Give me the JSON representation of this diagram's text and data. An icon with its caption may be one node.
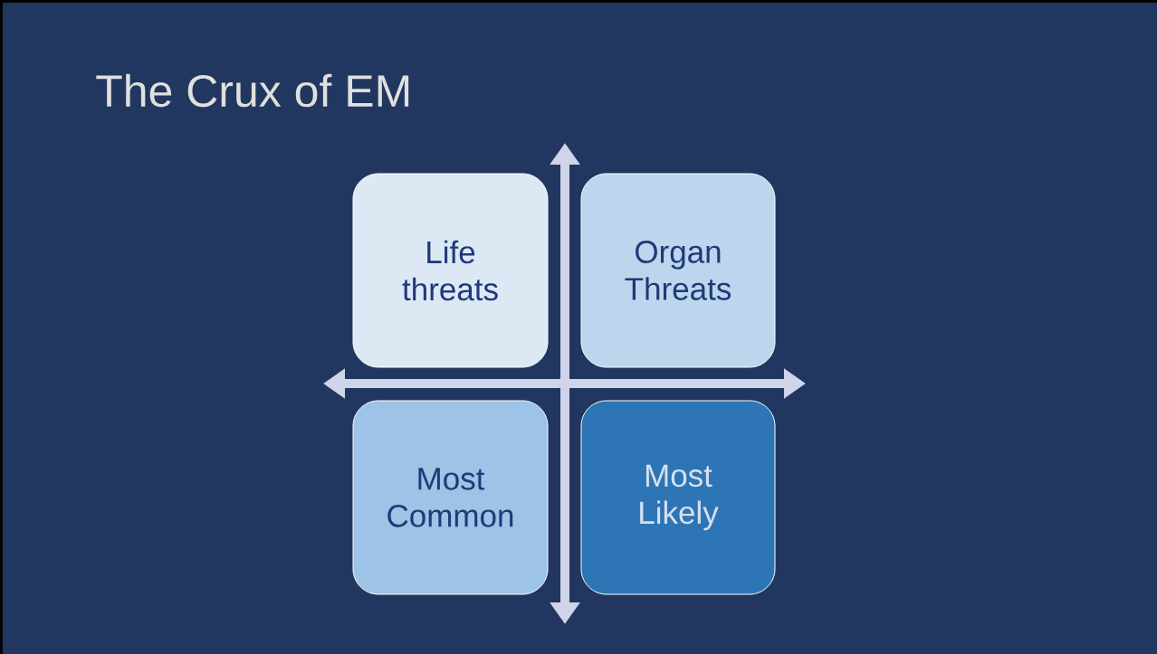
{
  "diagram": {
    "title": "The Crux of EM",
    "nodes": [
      {
        "text": [
          "Life threats"
        ]
      },
      {
        "text": [
          "Organ Threats"
        ]
      },
      {
        "text": [
          "Most Common"
        ]
      },
      {
        "text": [
          "Most Likely"
        ]
      }
    ]
  }
}
